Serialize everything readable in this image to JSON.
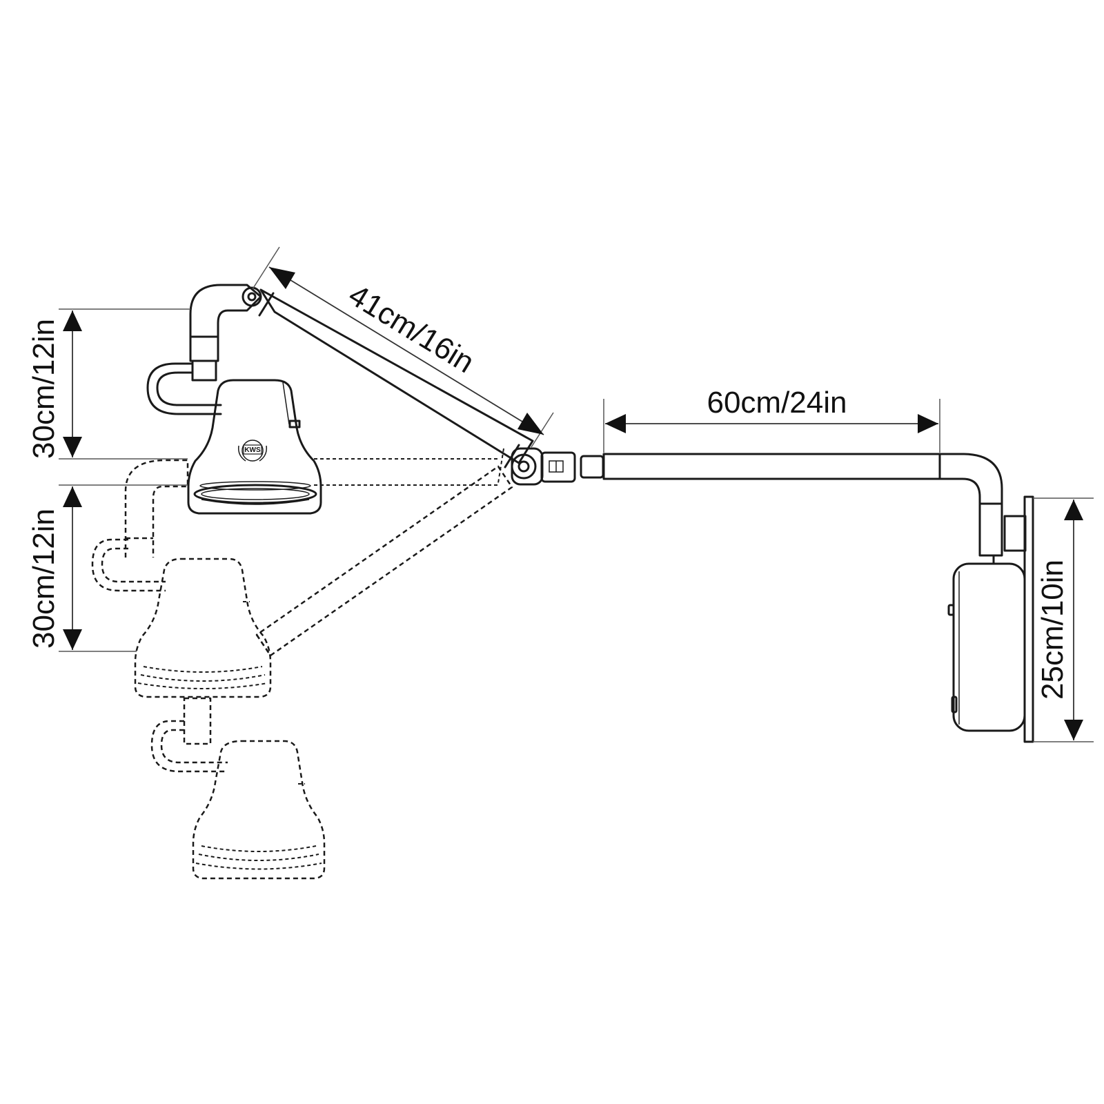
{
  "diagram": {
    "dimensions": {
      "upper_arm_length": "41cm/16in",
      "horizontal_arm_length": "60cm/24in",
      "head_height_upper": "30cm/12in",
      "head_height_lower": "30cm/12in",
      "wall_box_height": "25cm/10in"
    },
    "lamp_logo": "KWS"
  },
  "colors": {
    "line": "#1a1a1a",
    "background": "#ffffff"
  }
}
